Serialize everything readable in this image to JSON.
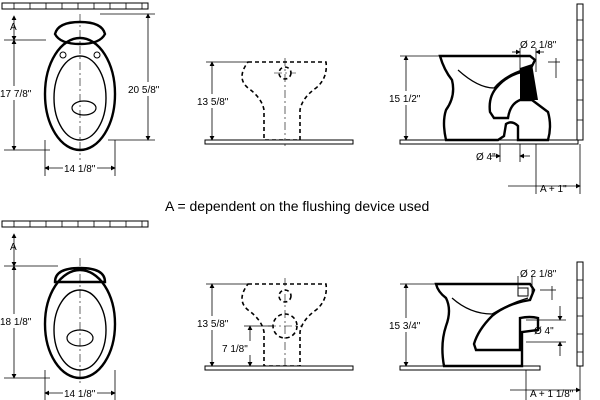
{
  "note": "A = dependent on the flushing device used",
  "top_row": {
    "top_view": {
      "a_label": "A",
      "depth": "17 7/8\"",
      "length": "20 5/8\"",
      "width": "14 1/8\""
    },
    "front_view": {
      "height": "13 5/8\""
    },
    "side_view": {
      "height": "15 1/2\"",
      "inlet": "Ø 2 1/8\"",
      "outlet": "Ø 4\"",
      "offset": "A + 1\""
    }
  },
  "bottom_row": {
    "top_view": {
      "a_label": "A",
      "depth": "18 1/8\"",
      "width": "14 1/8\""
    },
    "front_view": {
      "height": "13 5/8\"",
      "outlet_height": "7 1/8\""
    },
    "side_view": {
      "height": "15 3/4\"",
      "inlet": "Ø 2 1/8\"",
      "outlet": "Ø 4\"",
      "offset": "A + 1 1/8\""
    }
  }
}
